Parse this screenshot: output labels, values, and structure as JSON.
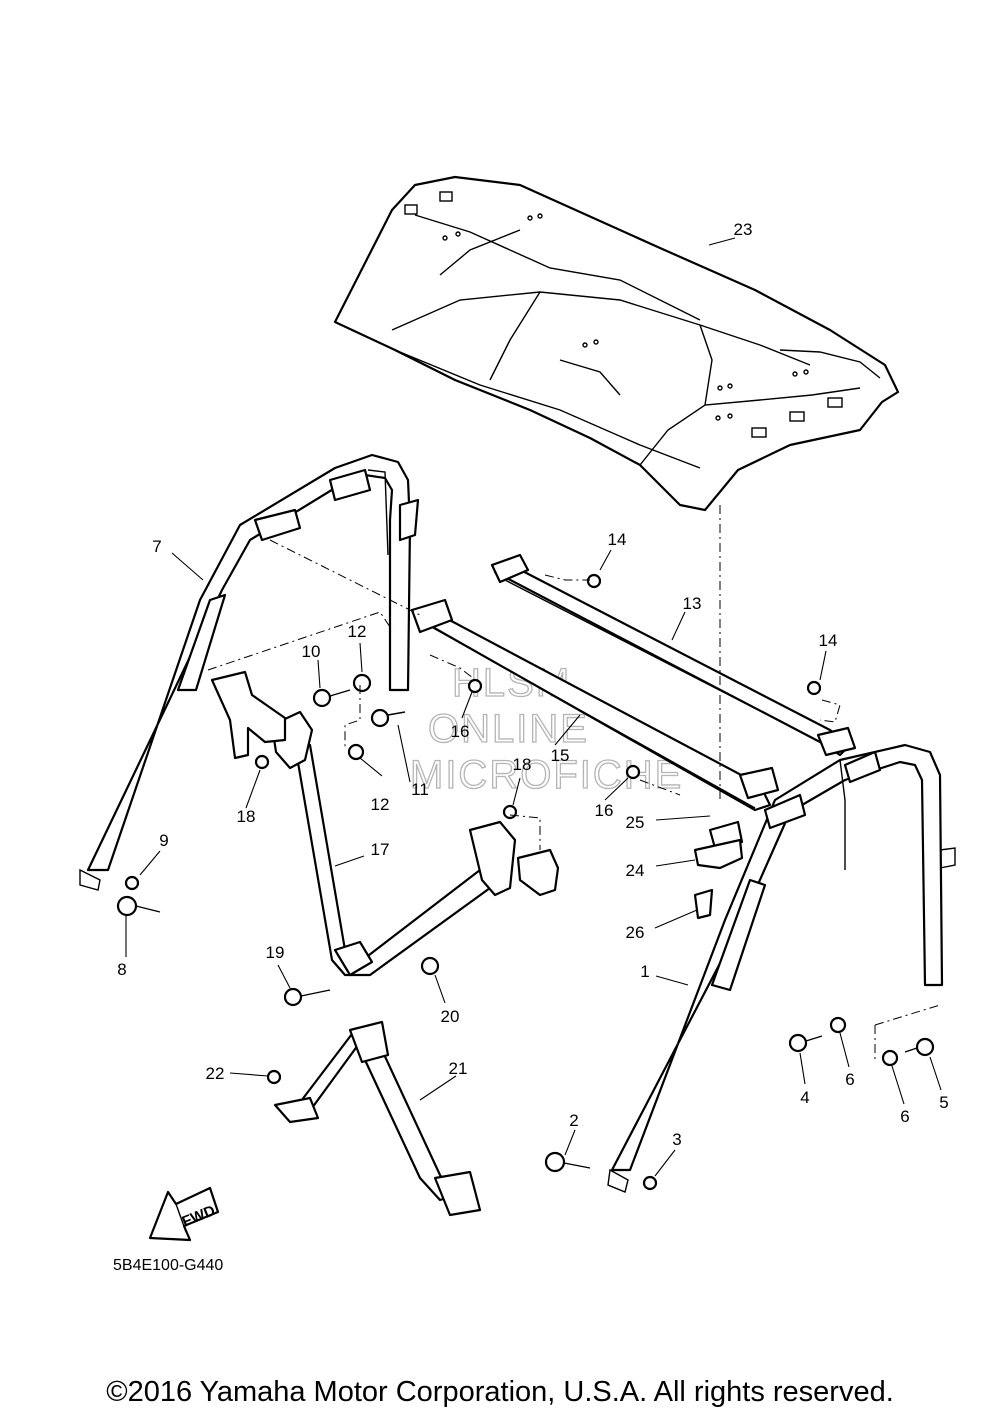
{
  "diagram": {
    "callouts": [
      {
        "label": "1"
      },
      {
        "label": "2"
      },
      {
        "label": "3"
      },
      {
        "label": "4"
      },
      {
        "label": "5"
      },
      {
        "label": "6"
      },
      {
        "label": "6"
      },
      {
        "label": "7"
      },
      {
        "label": "8"
      },
      {
        "label": "9"
      },
      {
        "label": "10"
      },
      {
        "label": "11"
      },
      {
        "label": "12"
      },
      {
        "label": "12"
      },
      {
        "label": "13"
      },
      {
        "label": "14"
      },
      {
        "label": "14"
      },
      {
        "label": "15"
      },
      {
        "label": "16"
      },
      {
        "label": "16"
      },
      {
        "label": "17"
      },
      {
        "label": "18"
      },
      {
        "label": "18"
      },
      {
        "label": "19"
      },
      {
        "label": "20"
      },
      {
        "label": "21"
      },
      {
        "label": "22"
      },
      {
        "label": "23"
      },
      {
        "label": "24"
      },
      {
        "label": "25"
      },
      {
        "label": "26"
      }
    ],
    "fwd_label": "FWD",
    "diagram_code": "5B4E100-G440",
    "watermark": [
      "HLSM",
      "ONLINE",
      "MICROFICHE"
    ]
  },
  "footer": {
    "copyright": "©2016 Yamaha Motor Corporation, U.S.A. All rights reserved."
  }
}
